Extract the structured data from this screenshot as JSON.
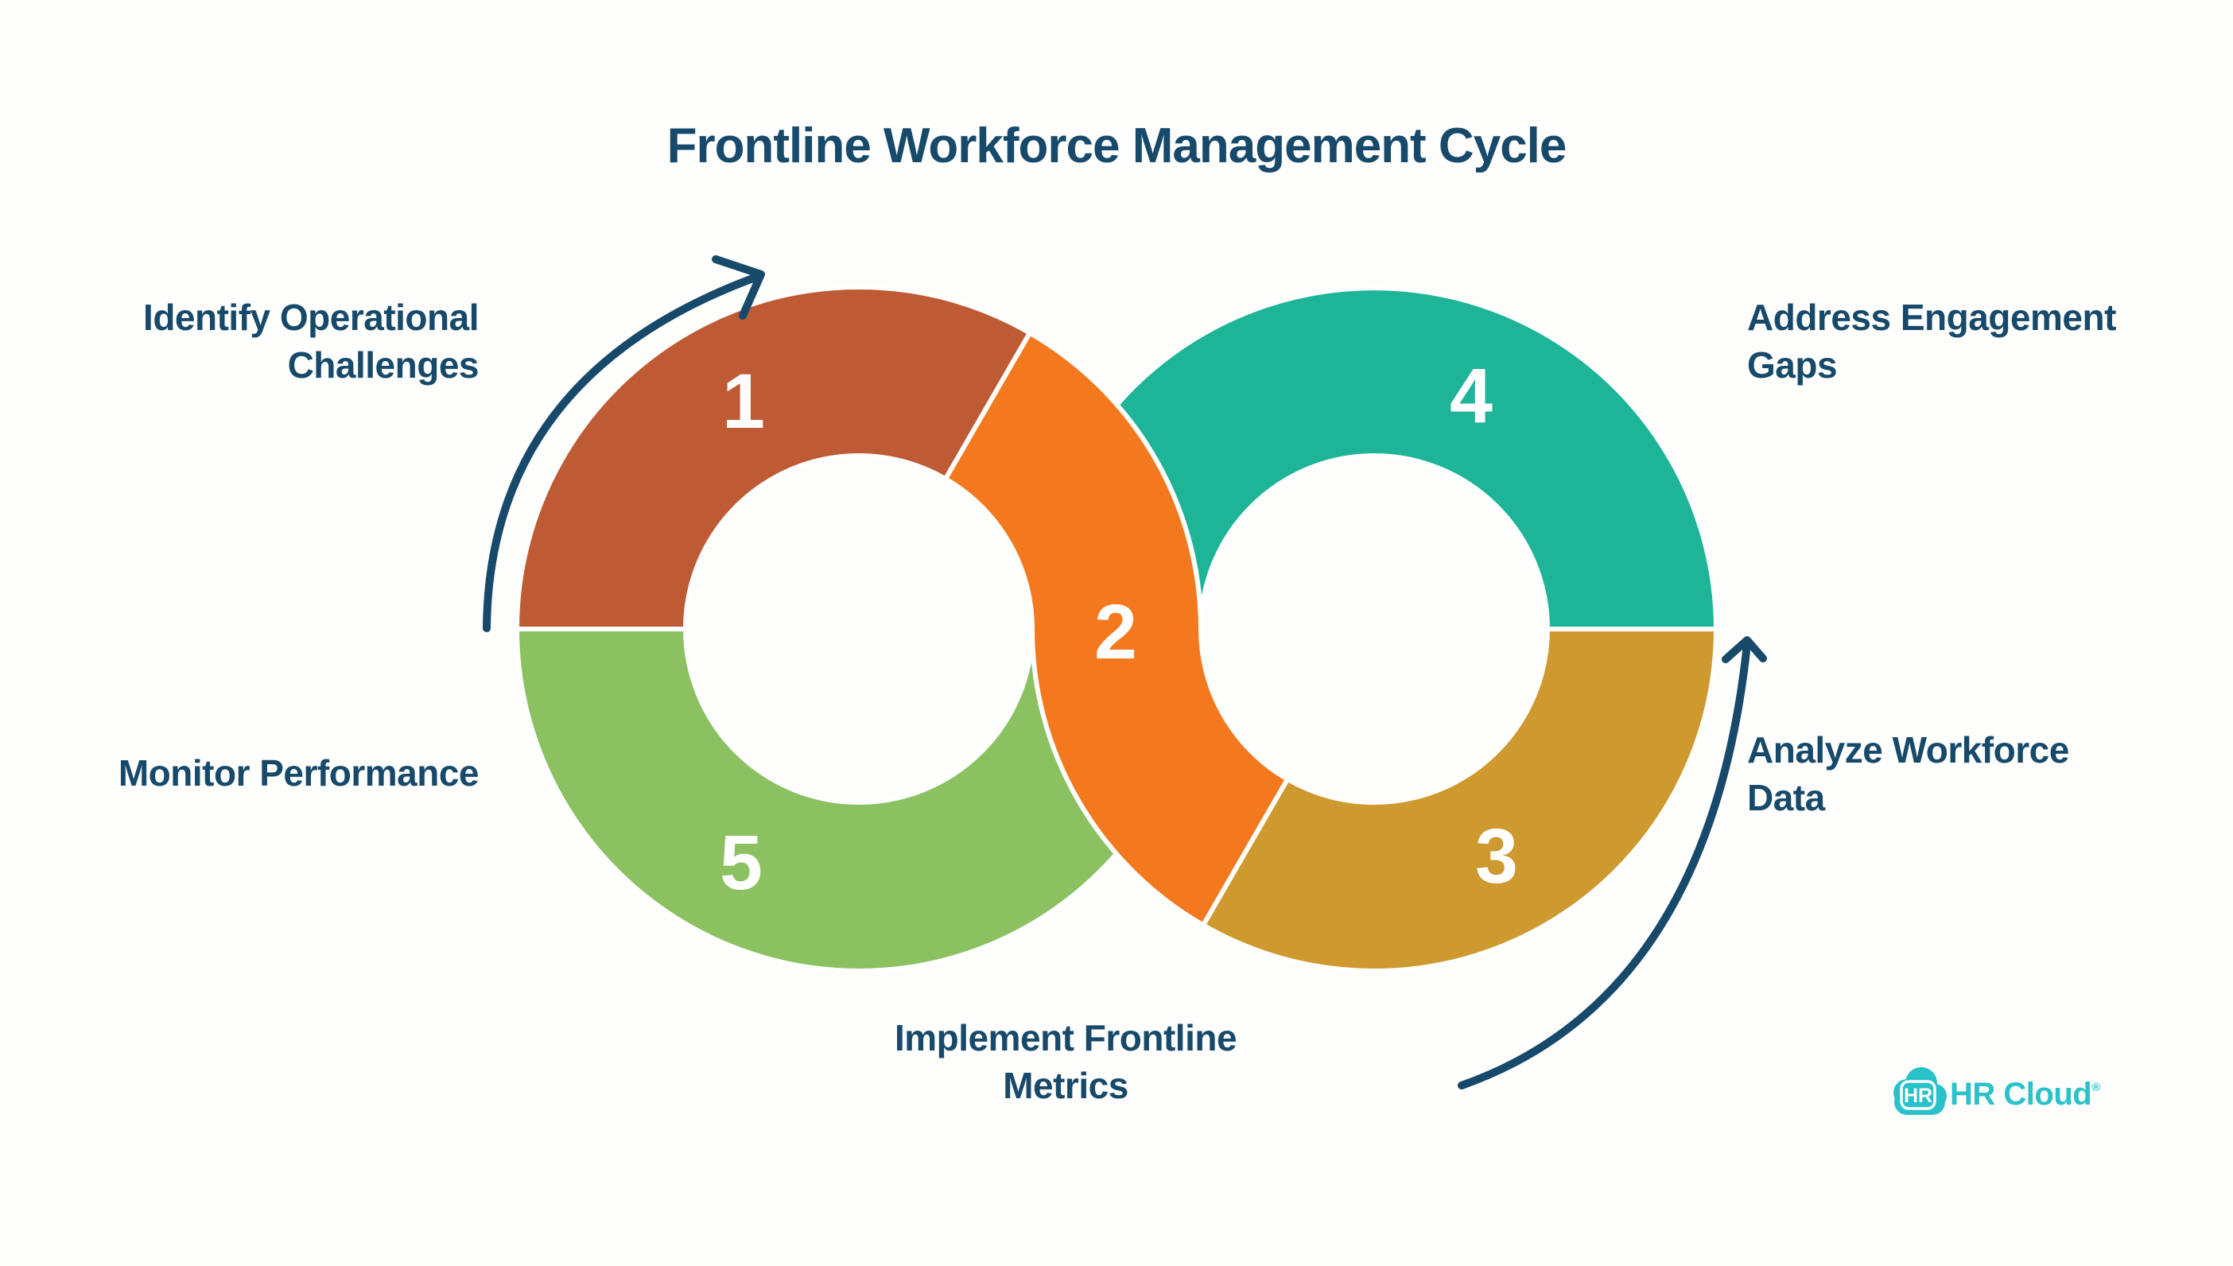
{
  "title": "Frontline Workforce Management Cycle",
  "colors": {
    "step1": "#BE5B34",
    "step2": "#F4791E",
    "step3": "#CE9A2F",
    "step4": "#1DB497",
    "step5": "#8BC161",
    "arrow": "#17496B",
    "text": "#17496B",
    "logo": "#29C1CA",
    "number_text": "#FFFFFF"
  },
  "steps": {
    "s1": {
      "number": "1",
      "label_line1": "Identify Operational",
      "label_line2": "Challenges"
    },
    "s2": {
      "number": "2",
      "label_line1": "Implement Frontline",
      "label_line2": "Metrics"
    },
    "s3": {
      "number": "3",
      "label_line1": "Analyze Workforce",
      "label_line2": "Data"
    },
    "s4": {
      "number": "4",
      "label_line1": "Address Engagement",
      "label_line2": "Gaps"
    },
    "s5": {
      "number": "5",
      "label_line1": "Monitor Performance",
      "label_line2": ""
    }
  },
  "logo": {
    "badge": "HR",
    "wordmark": "HR Cloud",
    "registered": "®"
  }
}
